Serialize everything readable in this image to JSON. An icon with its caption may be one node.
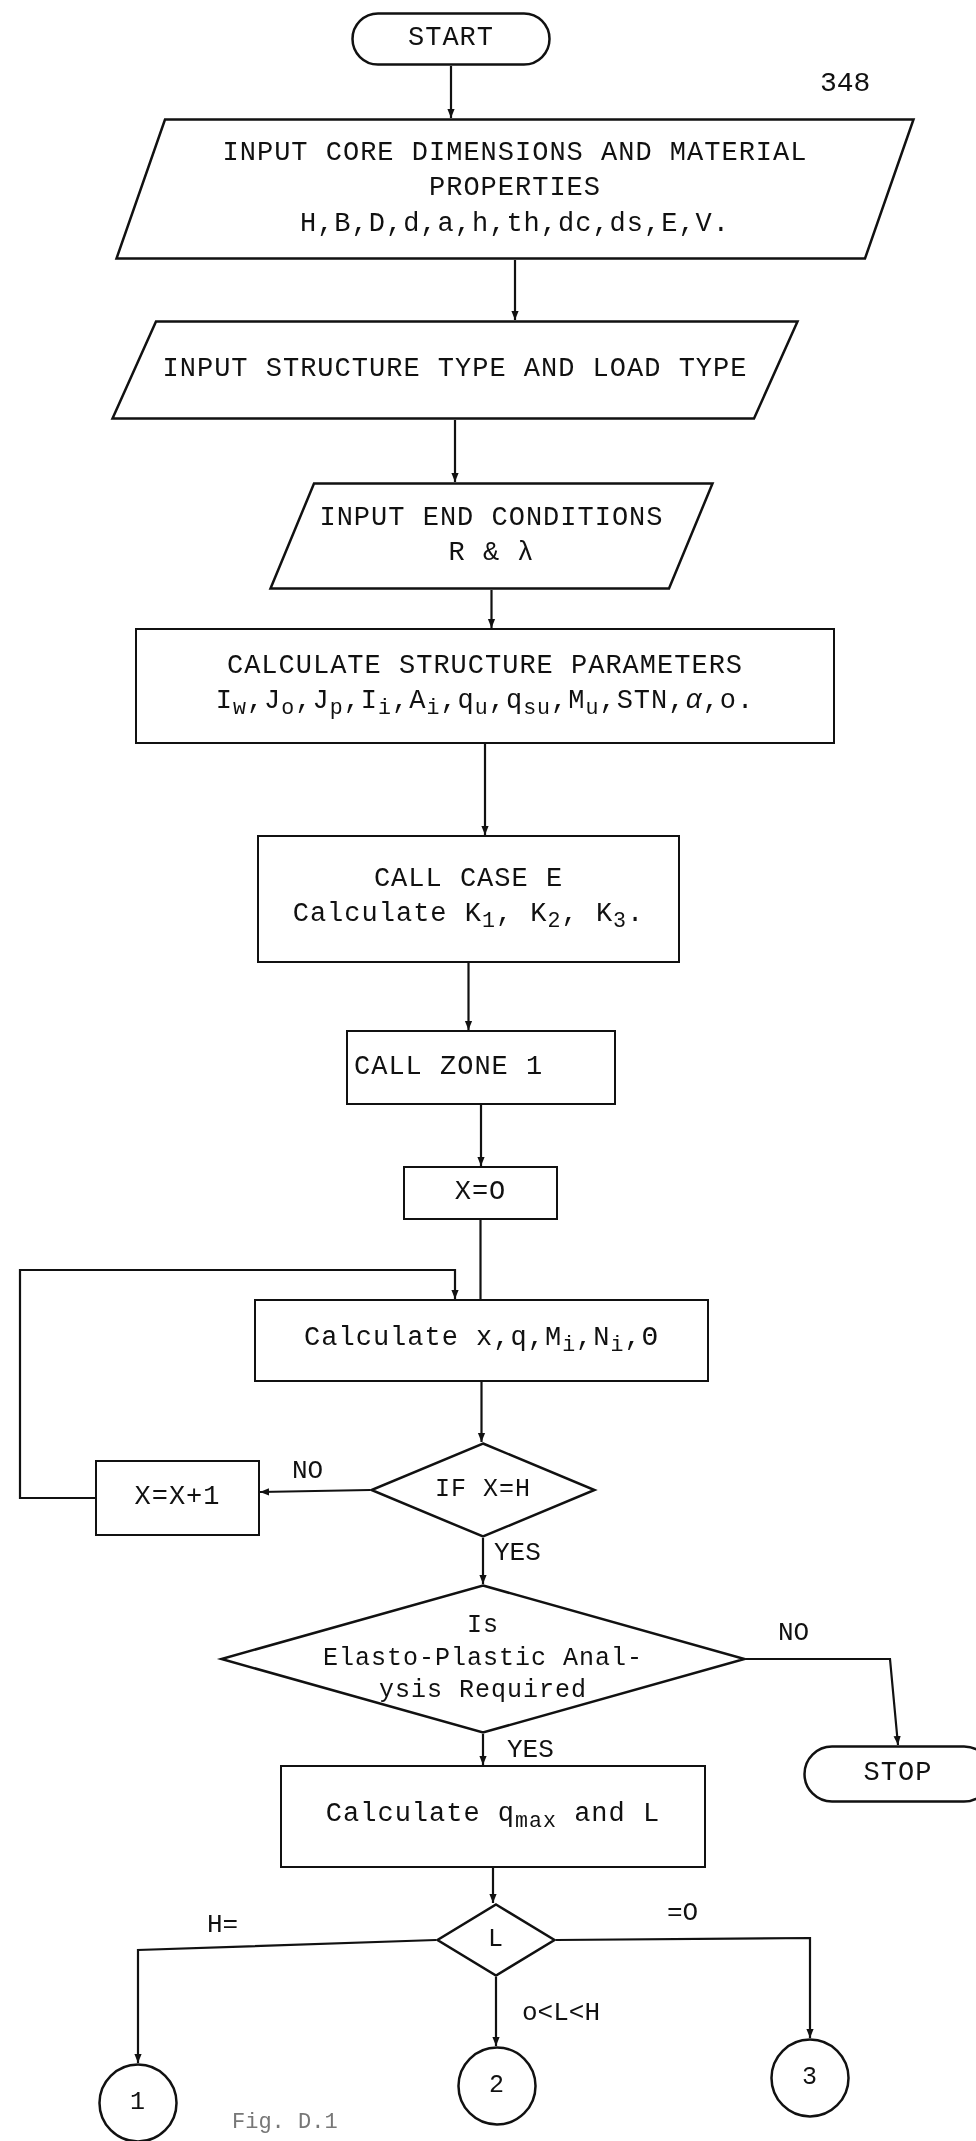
{
  "diagram": {
    "caption": "Fig. D.1",
    "nodes": [
      {
        "text": [
          "START"
        ]
      },
      {
        "text": [
          "INPUT CORE DIMENSIONS AND MATERIAL PROPERTIES",
          "H,B,D,d,a,h,th,dc,ds,E,V."
        ]
      },
      {
        "text": [
          "INPUT STRUCTURE TYPE AND LOAD TYPE"
        ]
      },
      {
        "text": [
          "INPUT END CONDITIONS",
          "R & λ"
        ]
      },
      {
        "text": [
          "CALCULATE STRUCTURE PARAMETERS",
          "I$_{w}$,J$_{o}$,J$_{p}$,I$_{i}$,A$_{i}$,q$_{u}$,q$_{su}$,M$_{u}$,STN,*α*,o."
        ]
      },
      {
        "text": [
          "CALL CASE  E",
          "Calculate K$_{1}$, K$_{2}$, K$_{3}$."
        ]
      },
      {
        "text": [
          "CALL ZONE 1"
        ]
      },
      {
        "text": [
          "X=O"
        ]
      },
      {
        "text": [
          "Calculate x,q,M$_{i}$,N$_{i}$,Θ"
        ]
      },
      {
        "text": [
          "IF X=H"
        ]
      },
      {
        "text": [
          "X=X+1"
        ]
      },
      {
        "text": [
          "Is",
          "Elasto-Plastic Anal- ysis Required"
        ]
      },
      {
        "text": [
          "STOP"
        ]
      },
      {
        "text": [
          "Calculate q$_{max}$ and L"
        ]
      },
      {
        "text": [
          "L"
        ]
      },
      {
        "text": [
          "1"
        ]
      },
      {
        "text": [
          "2"
        ]
      },
      {
        "text": [
          "3"
        ]
      }
    ],
    "edges": [
      {
        "from": 0,
        "to": 1,
        "arrow": "to"
      },
      {
        "from": 1,
        "to": 2,
        "arrow": "to"
      },
      {
        "from": 2,
        "to": 3,
        "arrow": "to"
      },
      {
        "from": 3,
        "to": 4,
        "arrow": "to"
      },
      {
        "from": 4,
        "to": 5,
        "arrow": "to"
      },
      {
        "from": 5,
        "to": 6,
        "arrow": "to"
      },
      {
        "from": 6,
        "to": 7,
        "arrow": "to"
      },
      {
        "from": 7,
        "to": 8,
        "arrow": "none"
      },
      {
        "from": 8,
        "to": 9,
        "arrow": "to"
      },
      {
        "from": 9,
        "to": 10,
        "arrow": "to",
        "label": "NO"
      },
      {
        "from": 10,
        "to": 8,
        "arrow": "to"
      },
      {
        "from": 9,
        "to": 11,
        "arrow": "to",
        "label": "YES"
      },
      {
        "from": 11,
        "to": 12,
        "arrow": "to",
        "label": "NO"
      },
      {
        "from": 11,
        "to": 13,
        "arrow": "to",
        "label": "YES"
      },
      {
        "from": 13,
        "to": 14,
        "arrow": "to"
      },
      {
        "from": 14,
        "to": 15,
        "arrow": "to",
        "label": "H="
      },
      {
        "from": 14,
        "to": 16,
        "arrow": "to",
        "label": "o<L<H"
      },
      {
        "from": 14,
        "to": 17,
        "arrow": "to",
        "label": "=O"
      }
    ],
    "labels": [
      "348"
    ]
  }
}
